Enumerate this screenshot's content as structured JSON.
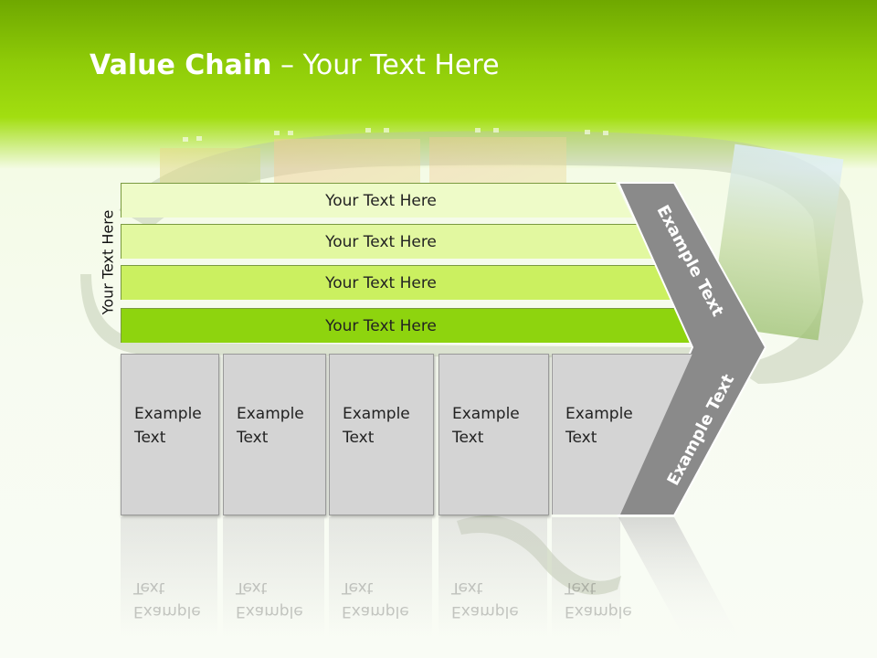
{
  "title": {
    "bold": "Value Chain",
    "rest": " – Your Text Here"
  },
  "side_label": "Your Text Here",
  "bars": [
    {
      "label": "Your Text Here"
    },
    {
      "label": "Your Text Here"
    },
    {
      "label": "Your Text Here"
    },
    {
      "label": "Your Text Here"
    }
  ],
  "boxes": [
    {
      "line1": "Example",
      "line2": "Text"
    },
    {
      "line1": "Example",
      "line2": "Text"
    },
    {
      "line1": "Example",
      "line2": "Text"
    },
    {
      "line1": "Example",
      "line2": "Text"
    },
    {
      "line1": "Example",
      "line2": "Text"
    }
  ],
  "arrow": {
    "upper_label": "Example Text",
    "lower_label": "Example Text"
  },
  "colors": {
    "header_green": "#8fcc08",
    "bar_light": "#eefbc8",
    "bar_mid": "#e2f8a0",
    "bar_bright": "#cbf060",
    "bar_dark": "#8ed40e",
    "chevron_gray": "#8a8a8a",
    "box_gray": "#d4d4d4"
  }
}
